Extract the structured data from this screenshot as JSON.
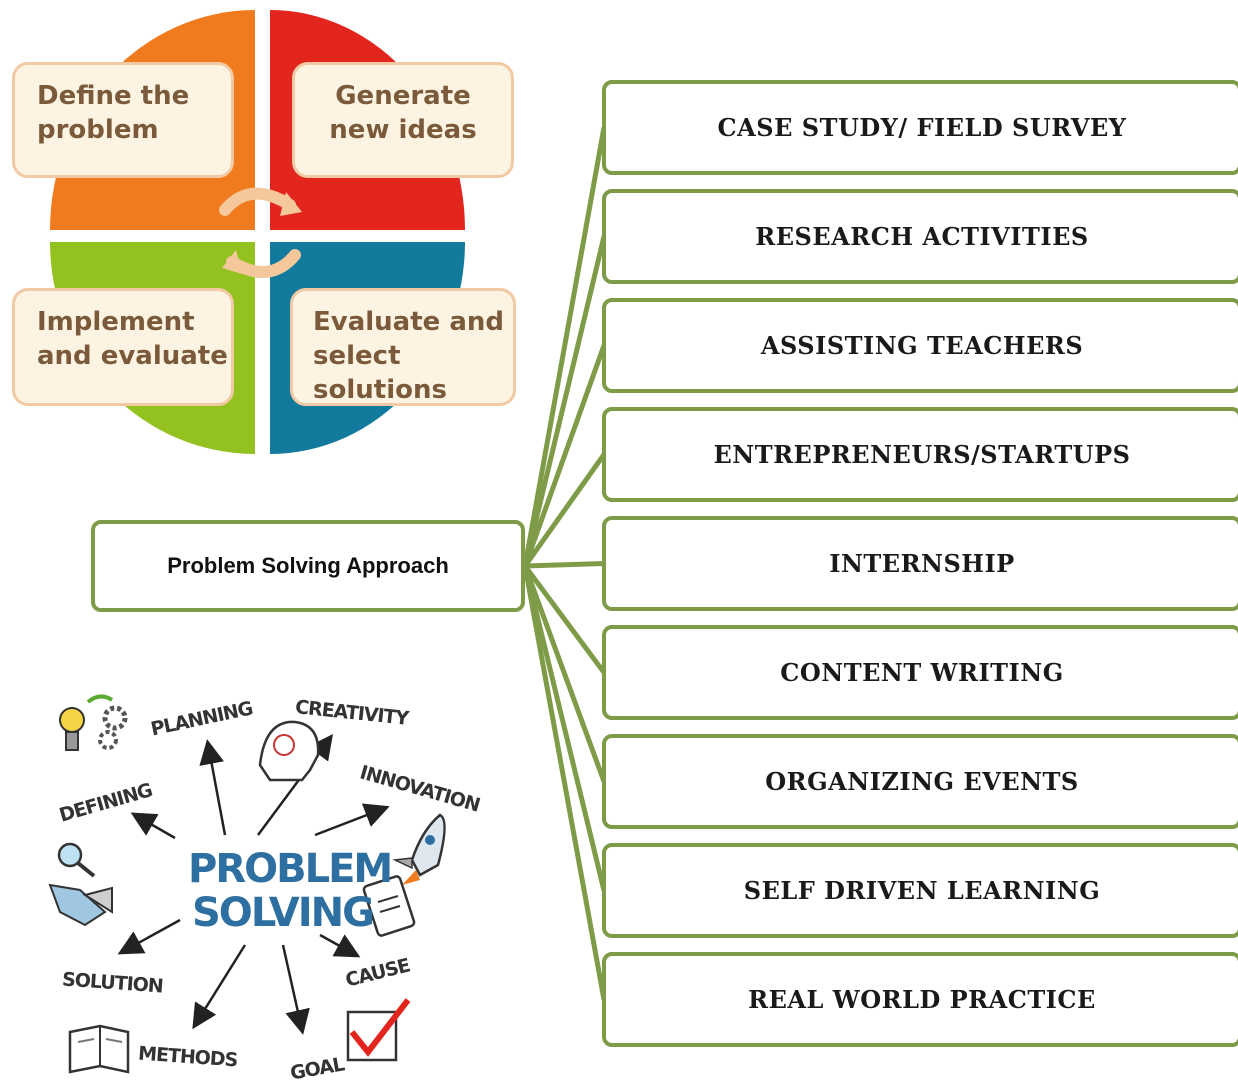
{
  "cycle": {
    "colors": {
      "orange": "#f07b1e",
      "red": "#e3261d",
      "green": "#93c11f",
      "blue": "#127a9c"
    },
    "cards": [
      {
        "id": "define",
        "text": "Define the\nproblem"
      },
      {
        "id": "generate",
        "text": "Generate\nnew ideas"
      },
      {
        "id": "implement",
        "text": "Implement\nand evaluate"
      },
      {
        "id": "evaluate",
        "text": "Evaluate and\nselect solutions"
      }
    ]
  },
  "hub": {
    "label": "Problem Solving Approach"
  },
  "items": [
    "CASE STUDY/ FIELD SURVEY",
    "RESEARCH ACTIVITIES",
    "ASSISTING TEACHERS",
    "ENTREPRENEURS/STARTUPS",
    "INTERNSHIP",
    "CONTENT WRITING",
    "ORGANIZING EVENTS",
    "SELF DRIVEN LEARNING",
    "REAL WORLD PRACTICE"
  ],
  "cloud": {
    "title_line1": "PROBLEM",
    "title_line2": "SOLVING",
    "words": {
      "planning": "PLANNING",
      "creativity": "CREATIVITY",
      "innovation": "INNOVATION",
      "defining": "DEFINING",
      "solution": "SOLUTION",
      "methods": "METHODS",
      "goal": "GOAL",
      "cause": "CAUSE"
    }
  },
  "colors": {
    "connector": "#7e9b48"
  }
}
